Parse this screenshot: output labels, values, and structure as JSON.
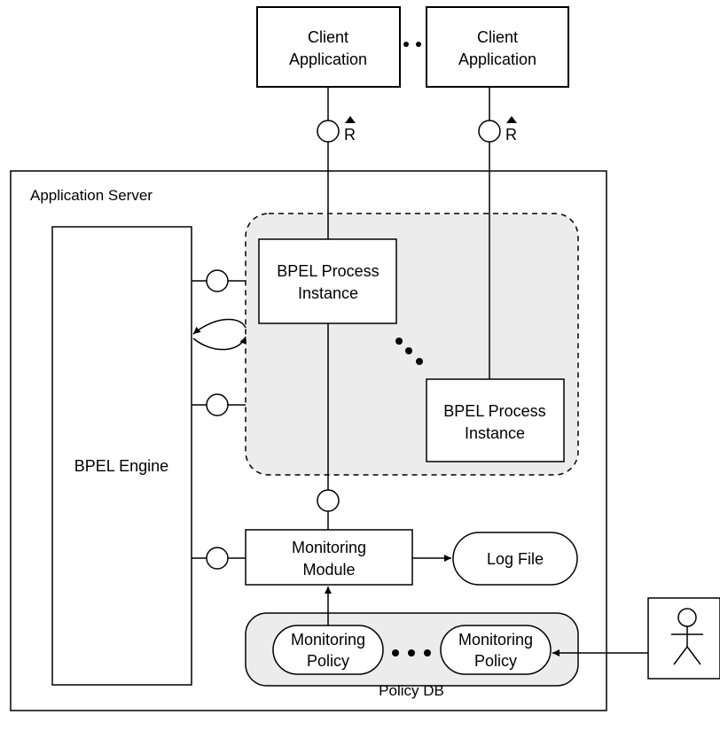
{
  "diagram": {
    "client_application": {
      "line1": "Client",
      "line2": "Application"
    },
    "required_interface_label": "R",
    "application_server": {
      "label": "Application Server"
    },
    "bpel_engine": {
      "label": "BPEL Engine"
    },
    "bpel_process_instance": {
      "line1": "BPEL Process",
      "line2": "Instance"
    },
    "monitoring_module": {
      "line1": "Monitoring",
      "line2": "Module"
    },
    "log_file": {
      "label": "Log File"
    },
    "monitoring_policy": {
      "line1": "Monitoring",
      "line2": "Policy"
    },
    "policy_db": {
      "label": "Policy DB"
    }
  }
}
